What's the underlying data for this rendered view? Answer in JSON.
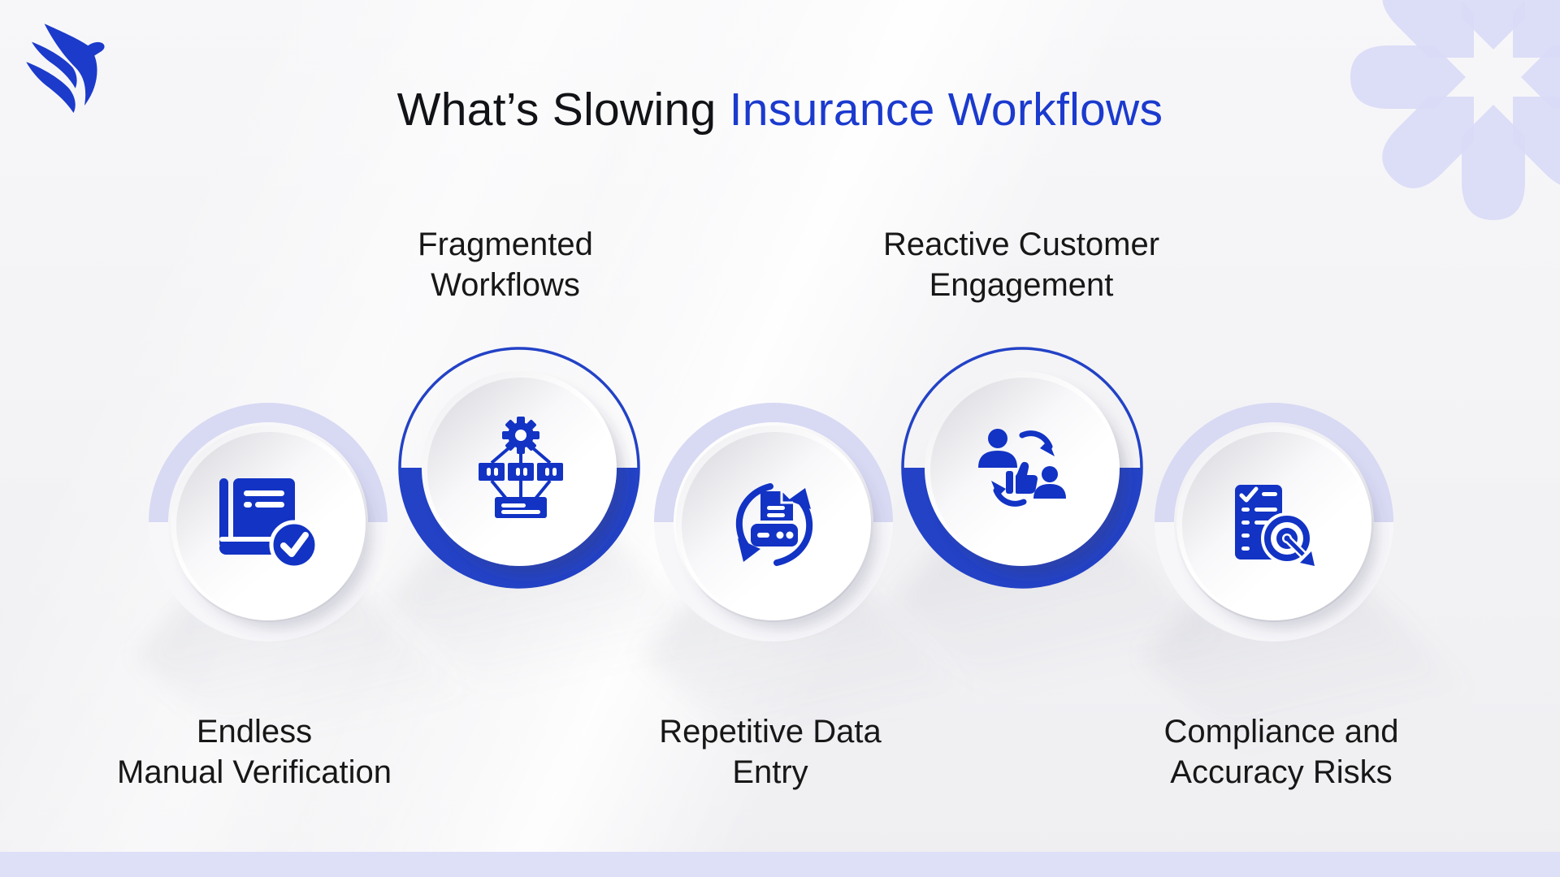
{
  "header": {
    "title_black": "What’s Slowing ",
    "title_blue": "Insurance Workflows"
  },
  "brand": {
    "logo_name": "phoenix-eagle-logo"
  },
  "decor": {
    "corner_shape": "pinwheel-flower",
    "bottom_bar": "lavender-strip"
  },
  "colors": {
    "accent_blue": "#1233c4",
    "ring_blue": "#2342c6",
    "title_blue": "#1b3ace",
    "lavender_ring": "#d8d9f3",
    "flower_lavender": "#d9daf6",
    "background": "#f1f1f4",
    "bottom_bar": "#dee0f8",
    "text_dark": "#171717"
  },
  "steps": [
    {
      "id": "endless-manual-verification",
      "label_line1": "Endless",
      "label_line2": "Manual Verification",
      "icon": "book-check-icon",
      "ring_style": "lavender",
      "label_position": "below"
    },
    {
      "id": "fragmented-workflows",
      "label_line1": "Fragmented",
      "label_line2": "Workflows",
      "icon": "workflow-hierarchy-icon",
      "ring_style": "blue",
      "label_position": "above"
    },
    {
      "id": "repetitive-data-entry",
      "label_line1": "Repetitive Data",
      "label_line2": "Entry",
      "icon": "printer-sync-icon",
      "ring_style": "lavender",
      "label_position": "below"
    },
    {
      "id": "reactive-customer-engagement",
      "label_line1": "Reactive Customer",
      "label_line2": "Engagement",
      "icon": "people-exchange-icon",
      "ring_style": "blue",
      "label_position": "above"
    },
    {
      "id": "compliance-accuracy-risks",
      "label_line1": "Compliance and",
      "label_line2": "Accuracy Risks",
      "icon": "checklist-target-icon",
      "ring_style": "lavender",
      "label_position": "below"
    }
  ]
}
